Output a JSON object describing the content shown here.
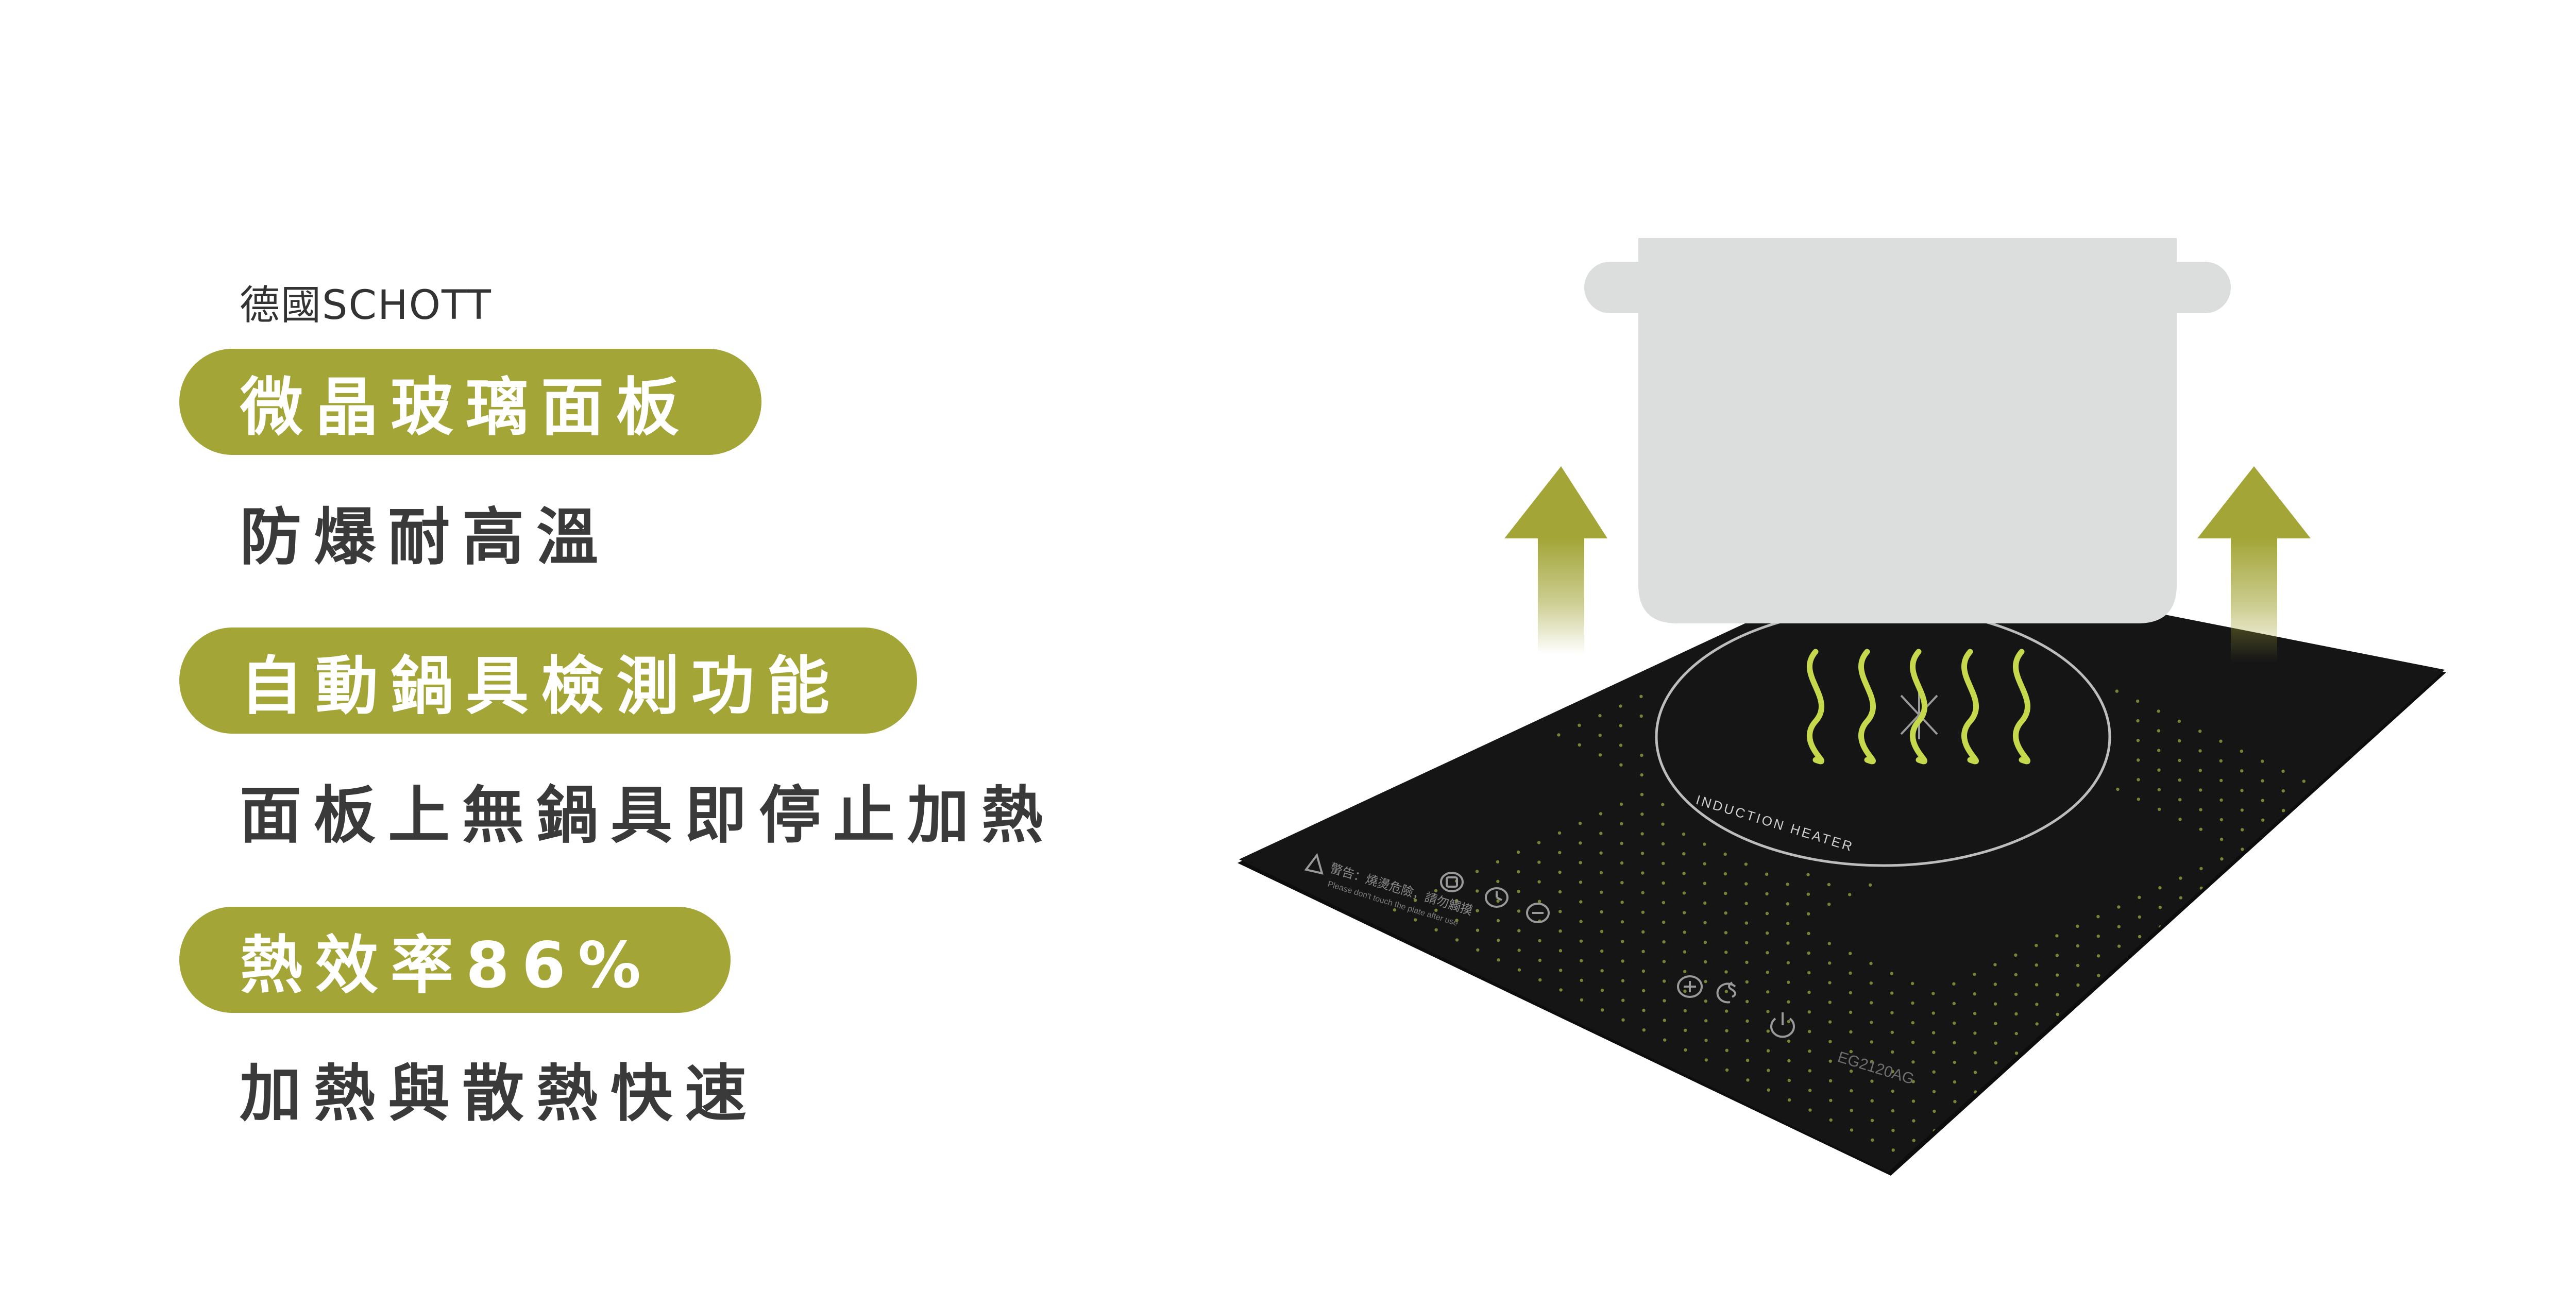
{
  "brand": "德國SCHOTT",
  "features": [
    {
      "title": "微晶玻璃面板",
      "subtitle": "防爆耐高溫"
    },
    {
      "title": "自動鍋具檢測功能",
      "subtitle": "面板上無鍋具即停止加熱"
    },
    {
      "title": "熱效率86%",
      "subtitle": "加熱與散熱快速"
    }
  ],
  "cooktop": {
    "zone_label": "INDUCTION HEATER",
    "model": "EG2120AG",
    "warning_cn": "警告：燒燙危險，請勿觸摸",
    "warning_en": "Please don't touch the plate after use"
  },
  "colors": {
    "accent": "#a3a537",
    "heat_wave": "#c6d84b",
    "pot": "#dcdedd",
    "glass": "#141414",
    "text": "#3a3a3a"
  }
}
